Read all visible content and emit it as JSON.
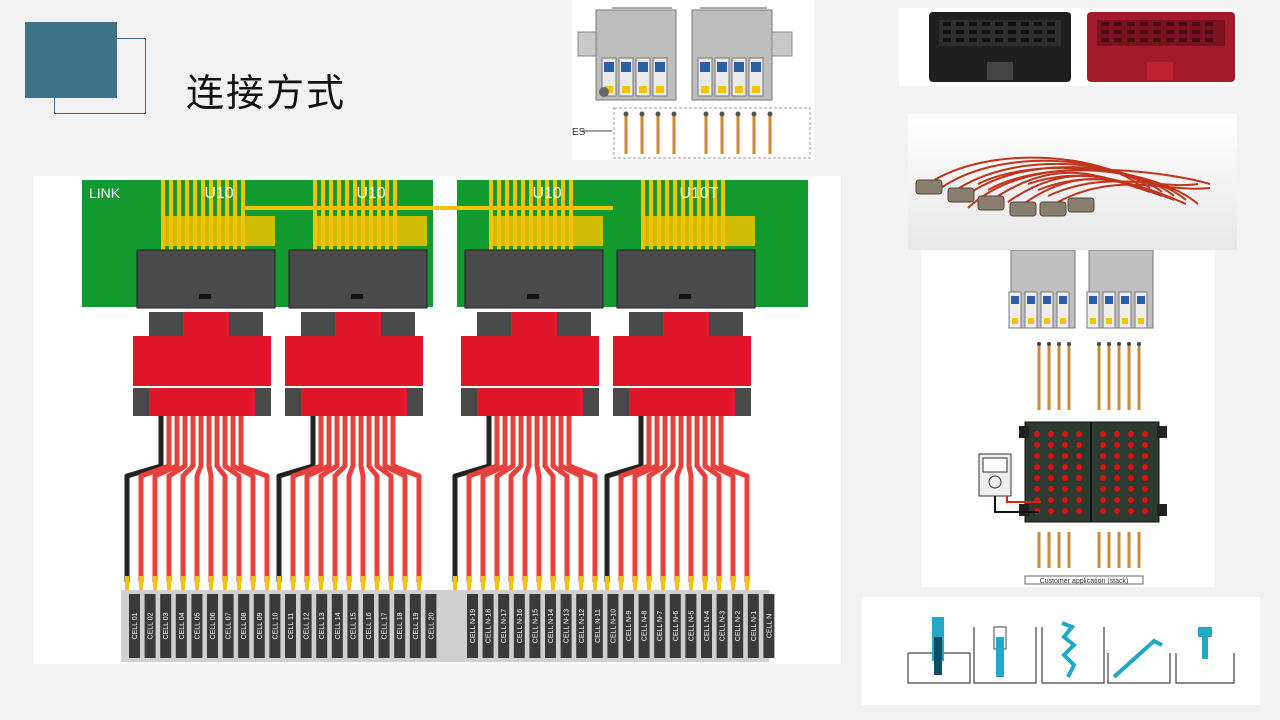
{
  "slide": {
    "title": "连接方式"
  },
  "colors": {
    "accent_dark": "#3f7388",
    "pcb_green": "#129a2e",
    "trace_yellow": "#f2c300",
    "connector_red": "#e0162a",
    "wire_red": "#e8403c",
    "connector_gray": "#4a4a4a"
  },
  "schematic": {
    "link_label": "LINK",
    "modules": [
      "U10",
      "U10",
      "U10",
      "U10T"
    ],
    "cells_left": [
      "CELL 01",
      "CELL 02",
      "CELL 03",
      "CELL 04",
      "CELL 05",
      "CELL 06",
      "CELL 07",
      "CELL 08",
      "CELL 09",
      "CELL 10",
      "CELL 11",
      "CELL 12",
      "CELL 13",
      "CELL 14",
      "CELL 15",
      "CELL 16",
      "CELL 17",
      "CELL 18",
      "CELL 19",
      "CELL 20"
    ],
    "cells_right": [
      "CELL N-19",
      "CELL N-18",
      "CELL N-17",
      "CELL N-16",
      "CELL N-15",
      "CELL N-14",
      "CELL N-13",
      "CELL N-12",
      "CELL N-11",
      "CELL N-10",
      "CELL N-9",
      "CELL N-8",
      "CELL N-7",
      "CELL N-6",
      "CELL N-5",
      "CELL N-4",
      "CELL N-3",
      "CELL N-2",
      "CELL N-1",
      "CELL N"
    ]
  },
  "top_photo": {
    "label": "ES"
  },
  "diagram_right": {
    "caption": "Customer application (stack)"
  },
  "icons": {
    "harness": "wire-harness-photo-icon",
    "connector": "connector-photo-icon",
    "meter": "multimeter-icon"
  }
}
